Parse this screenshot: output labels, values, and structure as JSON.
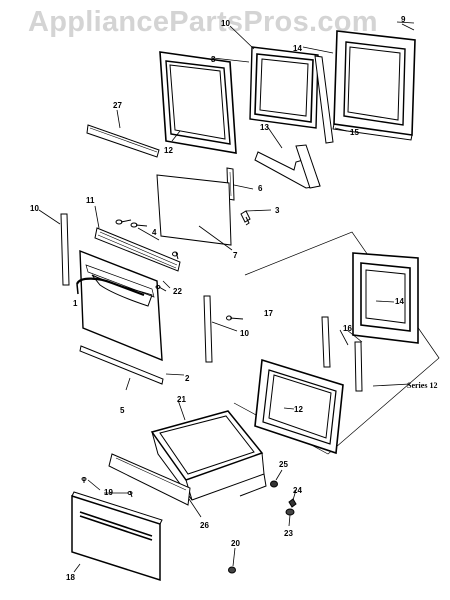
{
  "watermark": "AppliancePartsPros.com",
  "series_label": "Series 12",
  "callouts": {
    "c1": "1",
    "c2": "2",
    "c3": "3",
    "c4": "4",
    "c5": "5",
    "c6": "6",
    "c7": "7",
    "c8": "8",
    "c9": "9",
    "c10a": "10",
    "c10b": "10",
    "c10c": "10",
    "c11": "11",
    "c12a": "12",
    "c12b": "12",
    "c13": "13",
    "c14a": "14",
    "c14b": "14",
    "c15": "15",
    "c16": "16",
    "c17": "17",
    "c18": "18",
    "c19": "19",
    "c20": "20",
    "c21": "21",
    "c22": "22",
    "c23": "23",
    "c24": "24",
    "c25": "25",
    "c26": "26",
    "c27": "27"
  }
}
